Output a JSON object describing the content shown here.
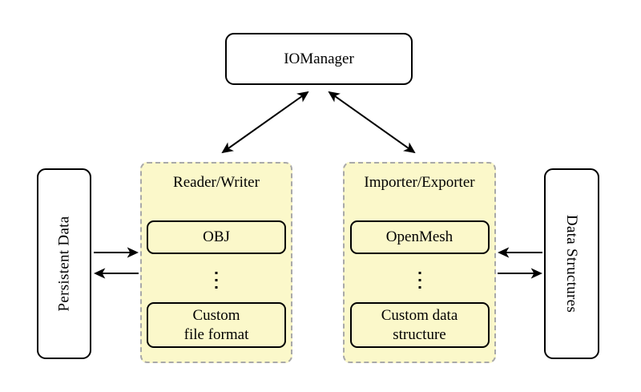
{
  "colors": {
    "background": "#FFFFFF",
    "group_fill": "#FBF8CA",
    "group_border": "#A9A9A9",
    "node_fill": "#FFFFFF",
    "node_border": "#000000",
    "text": "#000000",
    "arrow": "#000000"
  },
  "nodes": {
    "iomanager": {
      "label": "IOManager"
    },
    "persistent_data": {
      "label": "Persistent Data"
    },
    "data_structures": {
      "label": "Data Structures"
    },
    "reader_writer": {
      "title": "Reader/Writer",
      "items": [
        "OBJ",
        "Custom\nfile format"
      ]
    },
    "importer_exporter": {
      "title": "Importer/Exporter",
      "items": [
        "OpenMesh",
        "Custom data\nstructure"
      ]
    }
  },
  "arrows": [
    {
      "name": "iomanager-readerwriter",
      "direction": "both"
    },
    {
      "name": "iomanager-importerexporter",
      "direction": "both"
    },
    {
      "name": "persistentdata-to-readerwriter",
      "direction": "right"
    },
    {
      "name": "readerwriter-to-persistentdata",
      "direction": "left"
    },
    {
      "name": "datastructures-to-importerexporter",
      "direction": "left"
    },
    {
      "name": "importerexporter-to-datastructures",
      "direction": "right"
    }
  ]
}
